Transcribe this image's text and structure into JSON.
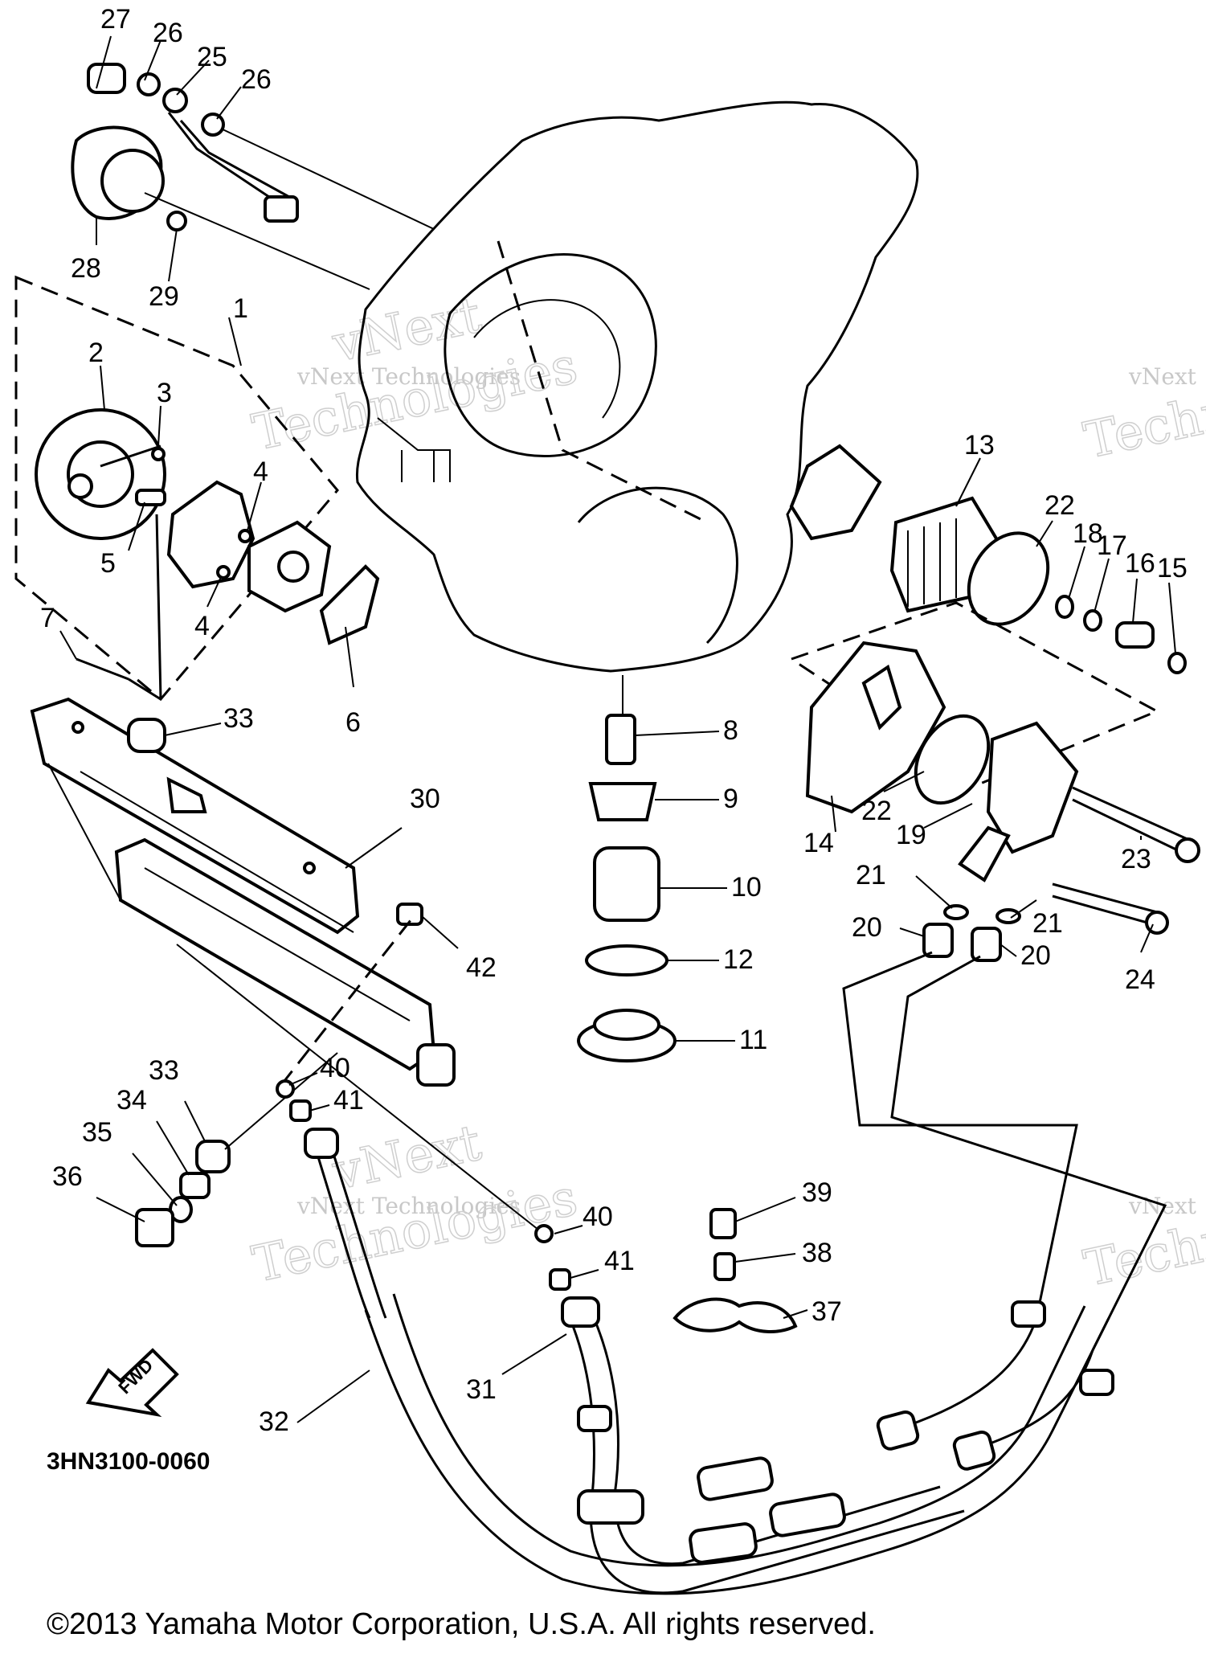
{
  "diagram": {
    "code": "3HN3100-0060",
    "fwd_label": "FWD",
    "watermark_small": "vNext Technologies",
    "watermark_big_1": "vNext",
    "watermark_big_2": "Technologies",
    "watermark_small_cut": "vNext",
    "watermark_big_cut": "Techn",
    "copyright": "©2013 Yamaha Motor Corporation, U.S.A. All rights reserved.",
    "callouts": [
      "27",
      "26",
      "25",
      "26",
      "28",
      "29",
      "1",
      "2",
      "3",
      "4",
      "5",
      "4",
      "7",
      "6",
      "13",
      "22",
      "18",
      "17",
      "16",
      "15",
      "14",
      "22",
      "19",
      "23",
      "21",
      "21",
      "20",
      "20",
      "24",
      "8",
      "9",
      "10",
      "12",
      "11",
      "33",
      "30",
      "42",
      "40",
      "41",
      "33",
      "34",
      "35",
      "36",
      "39",
      "38",
      "37",
      "40",
      "41",
      "31",
      "32"
    ]
  }
}
